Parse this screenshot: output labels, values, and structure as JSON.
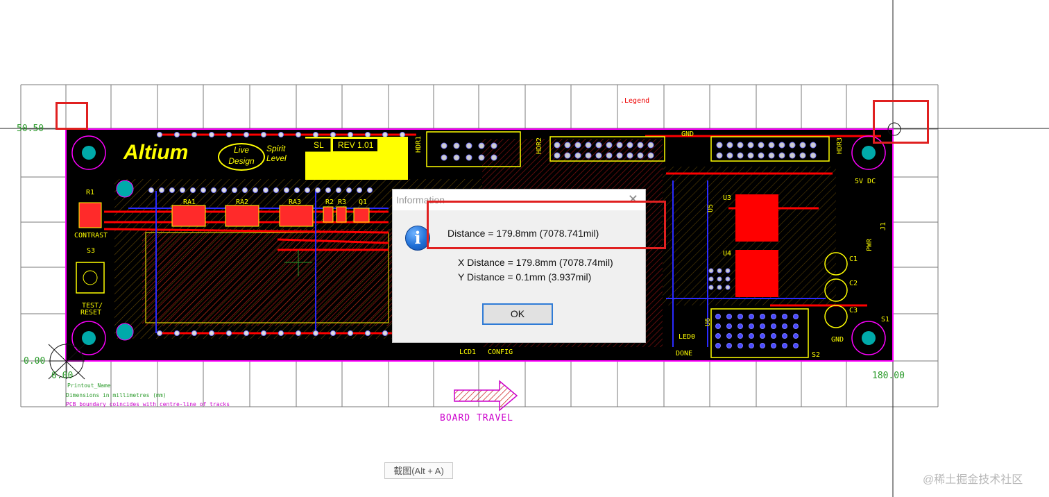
{
  "board": {
    "logo": "Altium",
    "badge_line1": "Live",
    "badge_line2": "Design",
    "spirit_line1": "Spirit",
    "spirit_line2": "Level",
    "sl_label": "SL",
    "rev_label": "REV 1.01",
    "legend_label": ".Legend",
    "axis_y_top": "50.50",
    "axis_y_bottom": "0.00",
    "axis_x_origin": "0.00",
    "axis_x_right": "180.00",
    "notes": [
      "Printout_Name",
      "Dimensions in millimetres (mm)",
      "PCB boundary coincides with centre-line of tracks"
    ],
    "board_travel": "BOARD TRAVEL",
    "labels": {
      "r1": "R1",
      "contrast": "CONTRAST",
      "s3": "S3",
      "test": "TEST/",
      "reset": "RESET",
      "ra1": "RA1",
      "ra2": "RA2",
      "ra3": "RA3",
      "r2": "R2",
      "r3": "R3",
      "q1": "Q1",
      "hdr1": "HDR1",
      "hdr2": "HDR2",
      "hdr3": "HDR3",
      "gnd_top": "GND",
      "u3": "U3",
      "u4": "U4",
      "u5": "U5",
      "u6": "U6",
      "dc5v": "5V DC",
      "j1": "J1",
      "pwr": "PWR",
      "c1": "C1",
      "c2": "C2",
      "c3": "C3",
      "s1": "S1",
      "s2": "S2",
      "gnd_bot": "GND",
      "lcd1": "LCD1",
      "config": "CONFIG",
      "done": "DONE",
      "led0": "LED0"
    }
  },
  "dialog": {
    "title": "Information",
    "close_symbol": "✕",
    "icon_glyph": "i",
    "distance": "Distance = 179.8mm (7078.741mil)",
    "x_distance": "X Distance = 179.8mm (7078.74mil)",
    "y_distance": "Y Distance = 0.1mm (3.937mil)",
    "ok_label": "OK"
  },
  "screenshot_hint": "截图(Alt + A)",
  "watermark": "@稀土掘金技术社区",
  "colors": {
    "board_bg": "#000000",
    "trace_red": "#ff0000",
    "trace_blue": "#2a2aff",
    "silk_yellow": "#ffff00",
    "outline_magenta": "#ff00ff",
    "axis_green": "#2a9a2a",
    "highlight_red": "#e02020"
  }
}
